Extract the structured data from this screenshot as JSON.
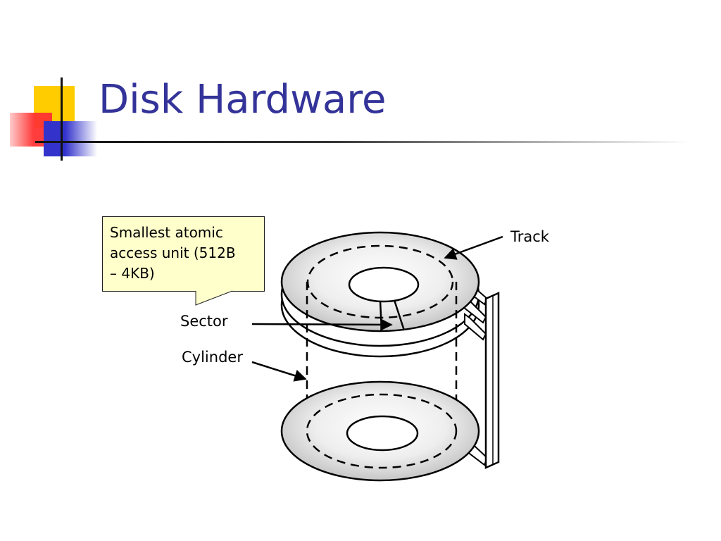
{
  "slide": {
    "title": "Disk Hardware"
  },
  "callout": {
    "lines": [
      "Smallest atomic",
      "access unit (512B",
      "– 4KB)"
    ]
  },
  "labels": {
    "track": "Track",
    "sector": "Sector",
    "cylinder": "Cylinder"
  },
  "colors": {
    "title": "#333399",
    "accent_yellow": "#ffcc00",
    "accent_red": "#ff3333",
    "accent_blue": "#3333cc",
    "callout_fill": "#ffffcc"
  }
}
